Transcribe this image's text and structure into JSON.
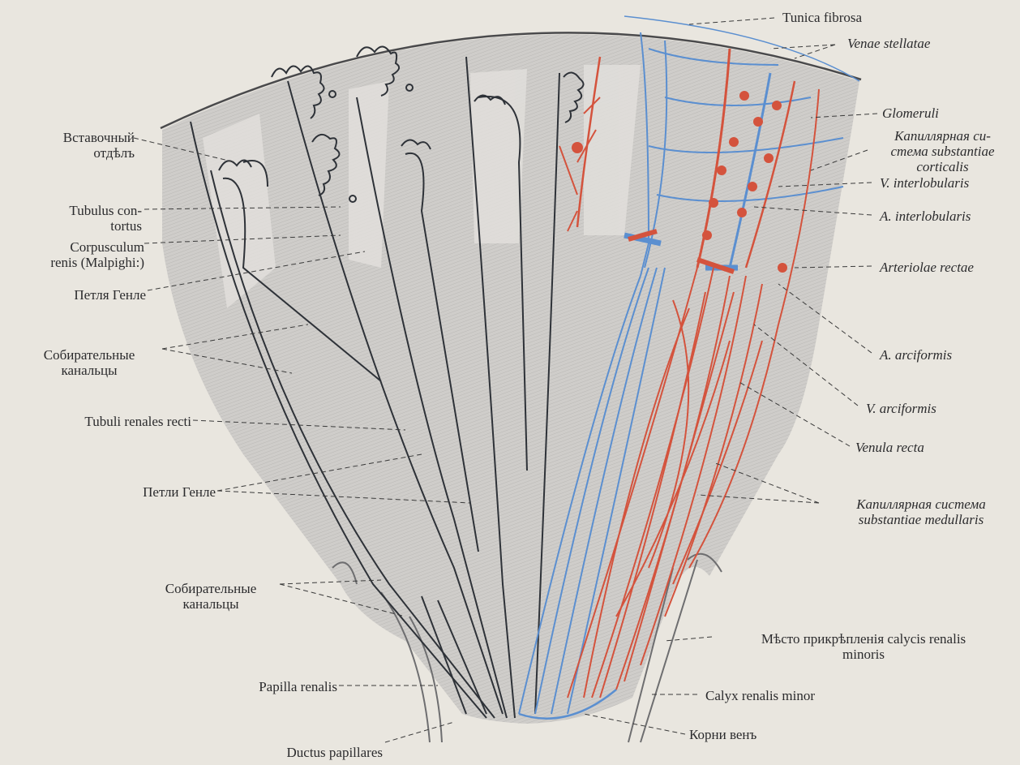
{
  "labels": {
    "left": {
      "vstavochny": "Вставочный\nотдѣлъ",
      "tubulus_contortus": "Tubulus con-\ntortus",
      "corpusculum": "Corpusculum\nrenis (Malpighi:)",
      "petlya_genle": "Петля Генле",
      "sobiratelnye_1": "Собирательные\nканальцы",
      "tubuli_recti": "Tubuli renales recti",
      "petli_genle": "Петли Генле",
      "sobiratelnye_2": "Собирательные\nканальцы",
      "papilla": "Papilla renalis",
      "ductus": "Ductus papillares"
    },
    "right": {
      "tunica": "Tunica fibrosa",
      "venae_stellatae": "Venae stellatae",
      "glomeruli": "Glomeruli",
      "kapil_cort": "Капиллярная си-\nстема substantiae\ncorticalis",
      "v_interlob": "V. interlobularis",
      "a_interlob": "A. interlobularis",
      "arteriolae": "Arteriolae rectae",
      "a_arci": "A. arciformis",
      "v_arci": "V. arciformis",
      "venula": "Venula recta",
      "kapil_med": "Капиллярная система\nsubstantiae medullaris",
      "mesto": "Мѣсто прикрѣпленія calycis renalis\nminoris",
      "calyx": "Calyx renalis minor",
      "korni": "Корни венъ"
    }
  },
  "colors": {
    "background": "#e9e6df",
    "artery": "#d4533d",
    "vein": "#5b8fd0",
    "tubule": "#2e3238",
    "tissue": "#c9c8c6",
    "leader": "#3a3a3a"
  }
}
